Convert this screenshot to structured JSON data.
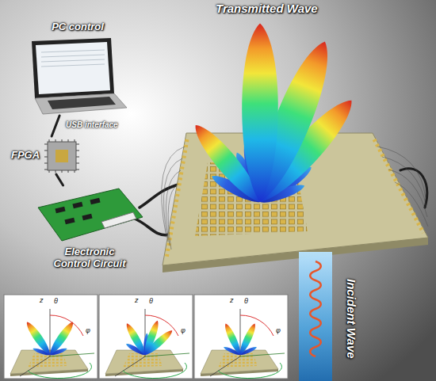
{
  "diagram": {
    "nodes": [
      {
        "text": [
          "PC control"
        ]
      },
      {
        "text": [
          "FPGA"
        ]
      },
      {
        "text": [
          "Electronic Control Circuit"
        ]
      }
    ],
    "edges": [
      {
        "from": 0,
        "to": 1,
        "arrow": "none",
        "label": "USB interface"
      },
      {
        "from": 1,
        "to": 2,
        "arrow": "none"
      }
    ],
    "labels": [
      "Transmitted Wave",
      "Incident Wave",
      "z",
      "θ",
      "φ",
      "z",
      "θ",
      "φ",
      "z",
      "θ",
      "φ"
    ]
  }
}
